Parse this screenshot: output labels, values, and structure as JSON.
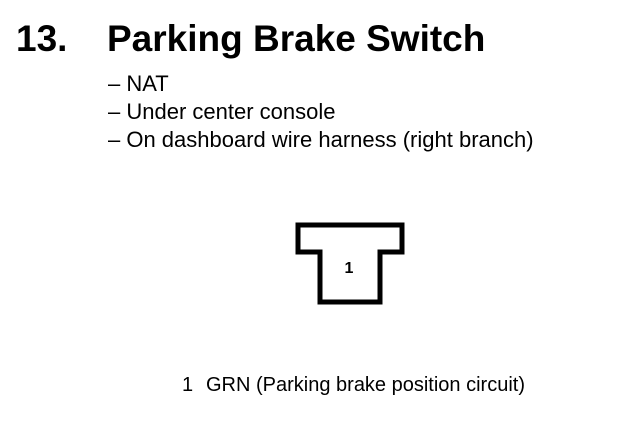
{
  "section": {
    "number": "13.",
    "title": "Parking Brake Switch"
  },
  "notes": [
    "– NAT",
    "– Under center console",
    "– On dashboard wire harness (right branch)"
  ],
  "connector": {
    "pin_label": "1"
  },
  "pins": [
    {
      "pin": "1",
      "description": "GRN (Parking brake position circuit)"
    }
  ]
}
